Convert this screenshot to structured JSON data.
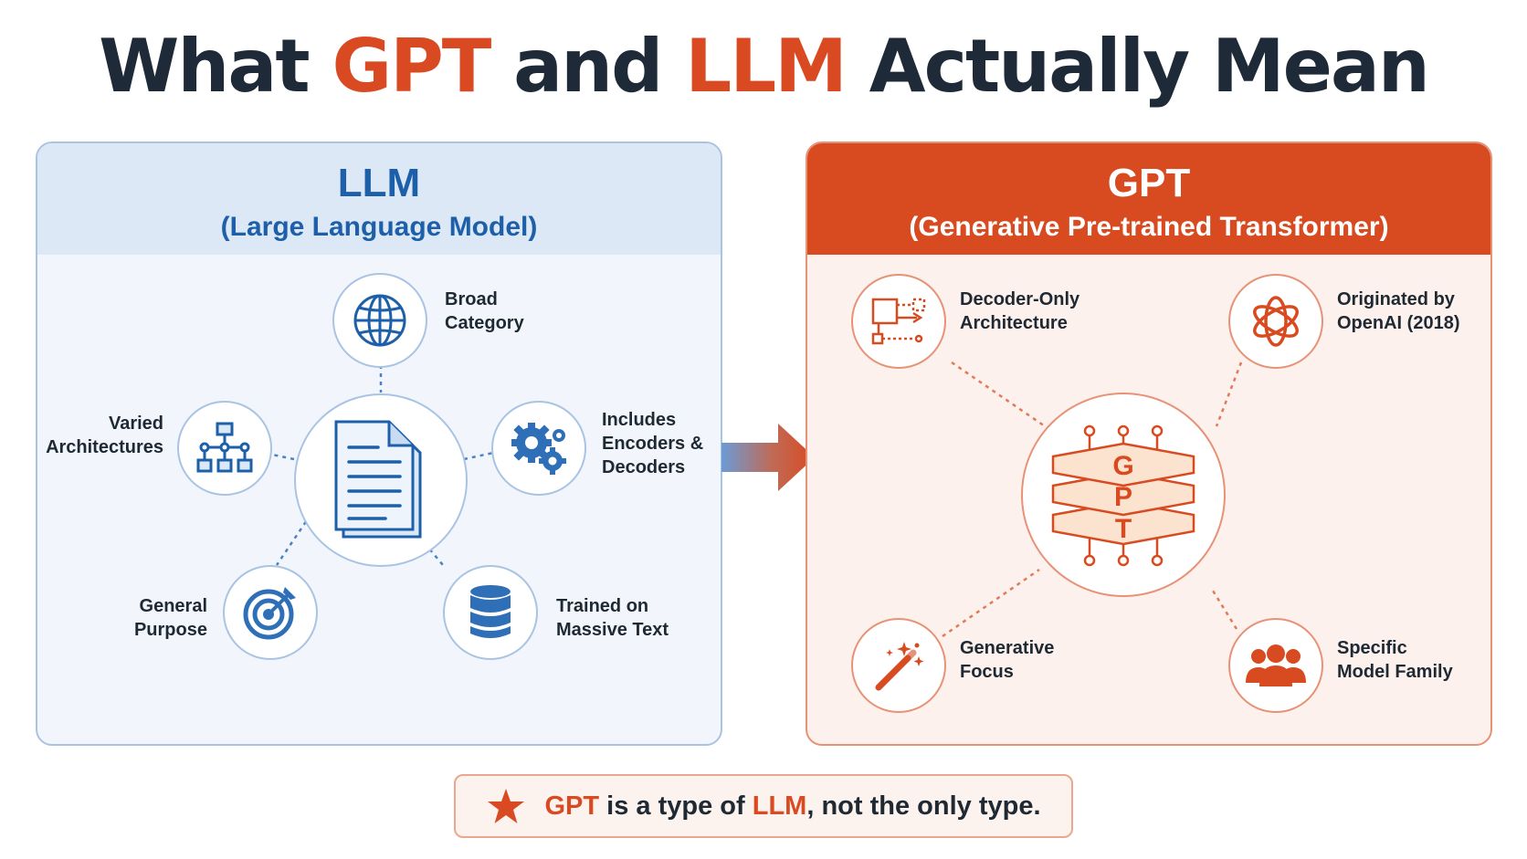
{
  "title": {
    "part1": "What ",
    "gpt": "GPT",
    "mid": " and ",
    "llm": "LLM",
    "part2": " Actually Mean"
  },
  "llm_panel": {
    "title": "LLM",
    "subtitle": "(Large Language Model)",
    "nodes": {
      "broad": {
        "line1": "Broad",
        "line2": "Category",
        "icon": "globe-icon"
      },
      "varied": {
        "line1": "Varied",
        "line2": "Architectures",
        "icon": "hierarchy-icon"
      },
      "encoders": {
        "line1": "Includes",
        "line2": "Encoders &",
        "line3": "Decoders",
        "icon": "gears-icon"
      },
      "general": {
        "line1": "General",
        "line2": "Purpose",
        "icon": "target-icon"
      },
      "trained": {
        "line1": "Trained on",
        "line2": "Massive Text",
        "icon": "database-icon"
      }
    },
    "center_icon": "document-icon",
    "accent": "#1d5fa8"
  },
  "gpt_panel": {
    "title": "GPT",
    "subtitle": "(Generative Pre-trained Transformer)",
    "nodes": {
      "decoder": {
        "line1": "Decoder-Only",
        "line2": "Architecture",
        "icon": "decoder-diagram-icon"
      },
      "openai": {
        "line1": "Originated by",
        "line2": "OpenAI (2018)",
        "icon": "openai-logo-icon"
      },
      "generative": {
        "line1": "Generative",
        "line2": "Focus",
        "icon": "magic-wand-icon"
      },
      "family": {
        "line1": "Specific",
        "line2": "Model Family",
        "icon": "people-group-icon"
      }
    },
    "center_letters": [
      "G",
      "P",
      "T"
    ],
    "center_icon": "layer-stack-icon",
    "accent": "#d84a1f"
  },
  "callout": {
    "gpt": "GPT",
    "text1": " is a type of ",
    "llm": "LLM",
    "text2": ", not the only type.",
    "icon": "star-icon"
  }
}
